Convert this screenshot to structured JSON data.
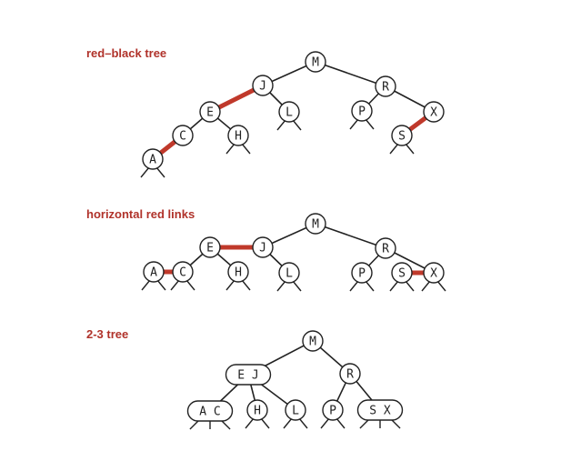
{
  "colors": {
    "red_link": "#c0392b",
    "black_link": "#222222",
    "label": "#b0322a",
    "node_fill": "#ffffff",
    "node_stroke": "#222222"
  },
  "panels": [
    {
      "title": "red–black tree",
      "nodes": [
        {
          "id": "M",
          "label": "M"
        },
        {
          "id": "J",
          "label": "J"
        },
        {
          "id": "R",
          "label": "R"
        },
        {
          "id": "E",
          "label": "E"
        },
        {
          "id": "L",
          "label": "L"
        },
        {
          "id": "P",
          "label": "P"
        },
        {
          "id": "X",
          "label": "X"
        },
        {
          "id": "C",
          "label": "C"
        },
        {
          "id": "H",
          "label": "H"
        },
        {
          "id": "S",
          "label": "S"
        },
        {
          "id": "A",
          "label": "A"
        }
      ],
      "links": [
        {
          "from": "M",
          "to": "J",
          "red": false
        },
        {
          "from": "M",
          "to": "R",
          "red": false
        },
        {
          "from": "J",
          "to": "E",
          "red": true
        },
        {
          "from": "J",
          "to": "L",
          "red": false
        },
        {
          "from": "R",
          "to": "P",
          "red": false
        },
        {
          "from": "R",
          "to": "X",
          "red": false
        },
        {
          "from": "E",
          "to": "C",
          "red": false
        },
        {
          "from": "E",
          "to": "H",
          "red": false
        },
        {
          "from": "X",
          "to": "S",
          "red": true
        },
        {
          "from": "C",
          "to": "A",
          "red": true
        }
      ]
    },
    {
      "title": "horizontal red links",
      "nodes": [
        {
          "id": "M",
          "label": "M"
        },
        {
          "id": "E",
          "label": "E"
        },
        {
          "id": "J",
          "label": "J"
        },
        {
          "id": "R",
          "label": "R"
        },
        {
          "id": "A",
          "label": "A"
        },
        {
          "id": "C",
          "label": "C"
        },
        {
          "id": "H",
          "label": "H"
        },
        {
          "id": "L",
          "label": "L"
        },
        {
          "id": "P",
          "label": "P"
        },
        {
          "id": "S",
          "label": "S"
        },
        {
          "id": "X",
          "label": "X"
        }
      ],
      "links": [
        {
          "from": "M",
          "to": "J",
          "red": false
        },
        {
          "from": "M",
          "to": "R",
          "red": false
        },
        {
          "from": "E",
          "to": "J",
          "red": true
        },
        {
          "from": "E",
          "to": "C",
          "red": false
        },
        {
          "from": "E",
          "to": "H",
          "red": false
        },
        {
          "from": "J",
          "to": "L",
          "red": false
        },
        {
          "from": "A",
          "to": "C",
          "red": true
        },
        {
          "from": "R",
          "to": "P",
          "red": false
        },
        {
          "from": "R",
          "to": "X",
          "red": false
        },
        {
          "from": "S",
          "to": "X",
          "red": true
        }
      ]
    },
    {
      "title": "2-3 tree",
      "nodes": [
        {
          "id": "M",
          "label": "M"
        },
        {
          "id": "EJ",
          "label": "E J"
        },
        {
          "id": "R",
          "label": "R"
        },
        {
          "id": "AC",
          "label": "A C"
        },
        {
          "id": "H",
          "label": "H"
        },
        {
          "id": "L",
          "label": "L"
        },
        {
          "id": "P",
          "label": "P"
        },
        {
          "id": "SX",
          "label": "S X"
        }
      ],
      "links": [
        {
          "from": "M",
          "to": "EJ",
          "red": false
        },
        {
          "from": "M",
          "to": "R",
          "red": false
        },
        {
          "from": "EJ",
          "to": "AC",
          "red": false
        },
        {
          "from": "EJ",
          "to": "H",
          "red": false
        },
        {
          "from": "EJ",
          "to": "L",
          "red": false
        },
        {
          "from": "R",
          "to": "P",
          "red": false
        },
        {
          "from": "R",
          "to": "SX",
          "red": false
        }
      ]
    }
  ]
}
